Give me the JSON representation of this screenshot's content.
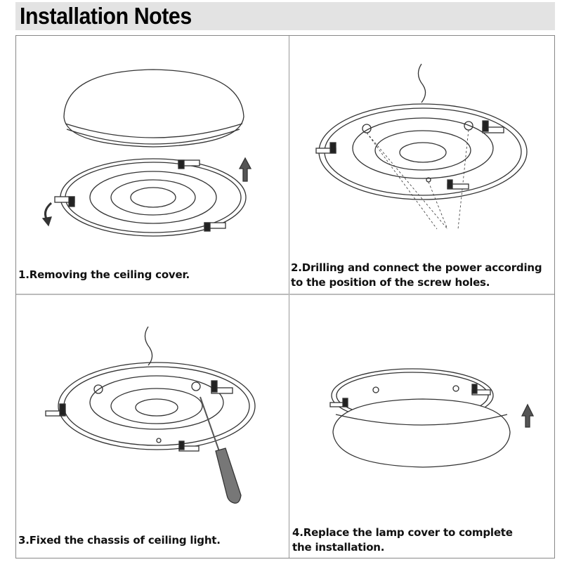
{
  "header": {
    "title": "Installation Notes"
  },
  "steps": [
    {
      "caption": "1.Removing the ceiling cover."
    },
    {
      "caption_line1": "2.Drilling and connect the power according",
      "caption_line2": "to the position of the screw holes."
    },
    {
      "caption": "3.Fixed the chassis of ceiling light."
    },
    {
      "caption_line1": "4.Replace the lamp cover to complete",
      "caption_line2": "the installation."
    }
  ]
}
